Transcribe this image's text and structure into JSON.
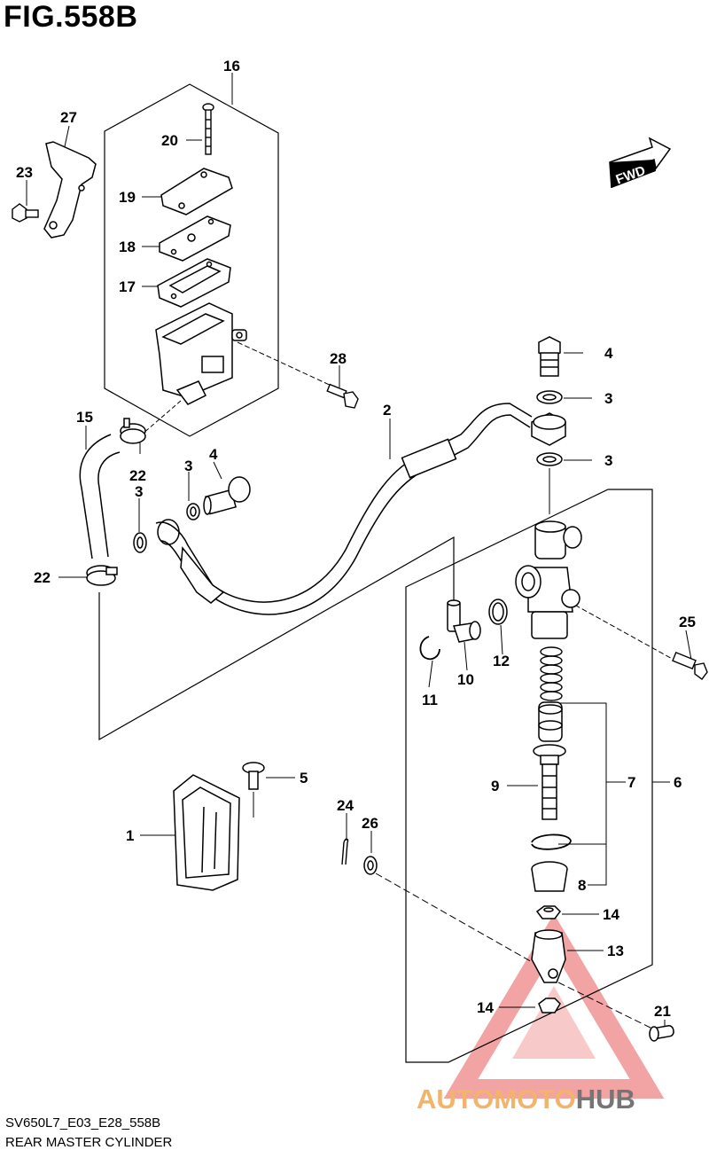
{
  "figure": {
    "title": "FIG.558B",
    "code": "SV650L7_E03_E28_558B",
    "name": "REAR MASTER CYLINDER"
  },
  "fwd_label": "FWD",
  "callouts": [
    "1",
    "2",
    "3",
    "3",
    "3",
    "3",
    "4",
    "4",
    "5",
    "6",
    "7",
    "8",
    "9",
    "10",
    "11",
    "12",
    "13",
    "14",
    "14",
    "15",
    "16",
    "17",
    "18",
    "19",
    "20",
    "21",
    "22",
    "22",
    "23",
    "24",
    "25",
    "26",
    "27",
    "28"
  ],
  "watermark": {
    "part1": "AUTOMOTO",
    "part2": "HUB"
  },
  "colors": {
    "line": "#000000",
    "watermark_orange": "#f2b36b",
    "watermark_gray": "#757575",
    "watermark_red": "#e85a5a"
  }
}
